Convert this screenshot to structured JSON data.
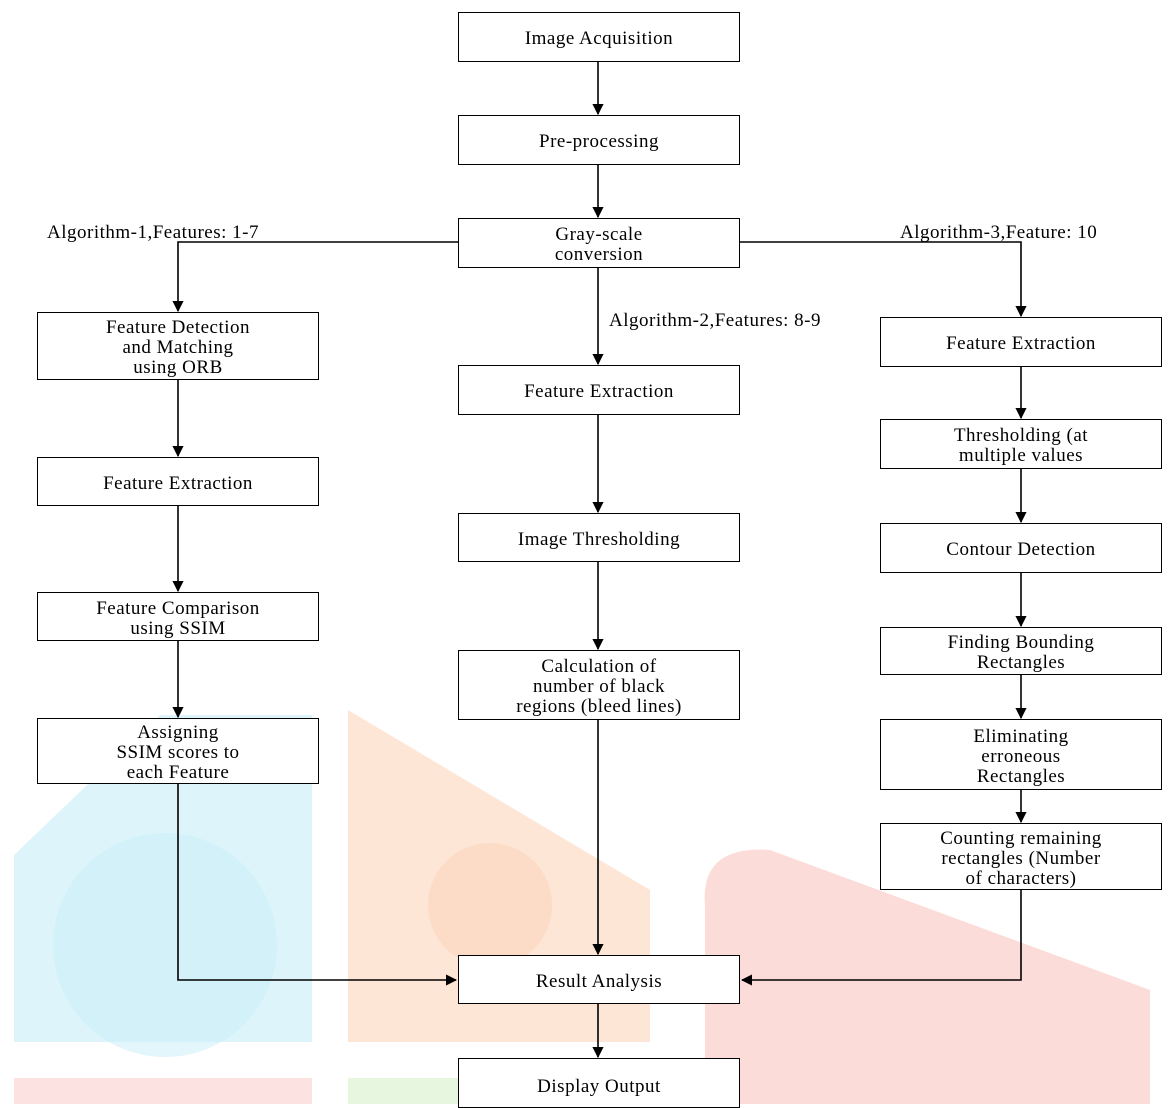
{
  "watermark": {
    "colors": [
      "#dff6fb",
      "#fde6d6",
      "#fde0dc",
      "#e6f6df",
      "#fde2e2"
    ]
  },
  "nodes": {
    "image_acquisition": "Image Acquisition",
    "preprocessing": "Pre-processing",
    "grayscale": "Gray-scale\nconversion",
    "a1_detect": "Feature Detection\nand Matching\nusing ORB",
    "a1_extract": "Feature Extraction",
    "a1_compare": "Feature Comparison\nusing SSIM",
    "a1_assign": "Assigning\nSSIM scores to\neach Feature",
    "a2_extract": "Feature Extraction",
    "a2_threshold": "Image Thresholding",
    "a2_calc": "Calculation of\nnumber of black\nregions (bleed lines)",
    "a3_extract": "Feature Extraction",
    "a3_threshold": "Thresholding (at\nmultiple values",
    "a3_contour": "Contour Detection",
    "a3_bounding": "Finding Bounding\nRectangles",
    "a3_eliminate": "Eliminating\nerroneous\nRectangles",
    "a3_count": "Counting remaining\nrectangles (Number\nof characters)",
    "result": "Result Analysis",
    "display": "Display Output"
  },
  "labels": {
    "algorithm1": "Algorithm-1,Features: 1-7",
    "algorithm2": "Algorithm-2,Features: 8-9",
    "algorithm3": "Algorithm-3,Feature: 10"
  }
}
